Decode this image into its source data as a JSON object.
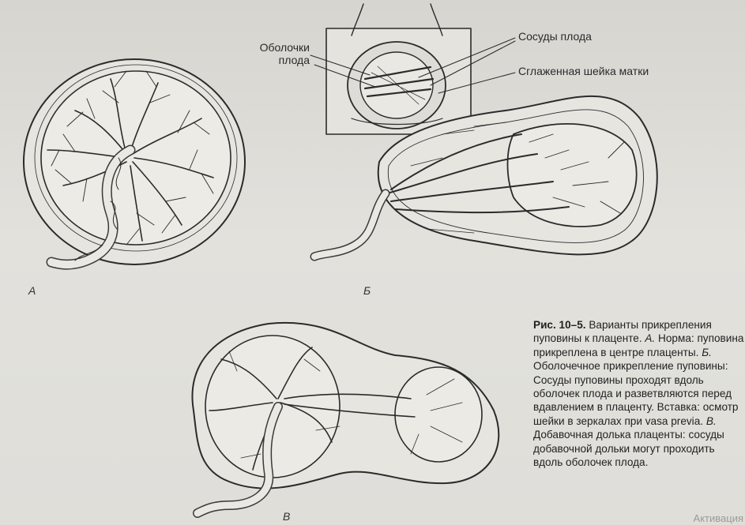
{
  "labels": {
    "membranes_line1": "Оболочки",
    "membranes_line2": "плода",
    "fetal_vessels": "Сосуды плода",
    "cervix": "Сглаженная шейка матки"
  },
  "panels": {
    "a": "А",
    "b": "Б",
    "v": "В"
  },
  "caption": {
    "fig_number": "Рис. 10–5.",
    "title": " Варианты прикрепления пуповины к плаценте. ",
    "a_letter": "А.",
    "a_text": " Норма: пуповина прикреплена в центре плаценты. ",
    "b_letter": "Б.",
    "b_text": " Оболочечное прикрепление пуповины: Сосуды пуповины проходят вдоль оболочек плода и разветвляются перед вдавлением в плаценту. Вставка: осмотр шейки в зеркалах при vasa previa. ",
    "v_letter": "В.",
    "v_text": " Добавочная долька плаценты: сосуды добавочной дольки могут проходить вдоль оболочек плода."
  },
  "watermark": "Активация"
}
